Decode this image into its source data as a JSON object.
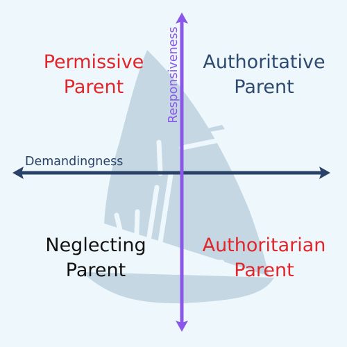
{
  "colors": {
    "background": "#eef8fc",
    "watermark": "#c4d7e2",
    "horizontal_axis": "#2b4268",
    "vertical_axis": "#8a57e8",
    "red_label": "#e0262b",
    "blue_label": "#2e4a6e",
    "black_label": "#111111"
  },
  "watermark": {
    "icon": "sailboat-icon"
  },
  "axes": {
    "horizontal": {
      "label": "Demandingness"
    },
    "vertical": {
      "label": "Responsiveness"
    }
  },
  "quadrants": {
    "top_left": {
      "line1": "Permissive",
      "line2": "Parent",
      "color": "#e0262b"
    },
    "top_right": {
      "line1": "Authoritative",
      "line2": "Parent",
      "color": "#2e4a6e"
    },
    "bottom_left": {
      "line1": "Neglecting",
      "line2": "Parent",
      "color": "#111111"
    },
    "bottom_right": {
      "line1": "Authoritarian",
      "line2": "Parent",
      "color": "#e0262b"
    }
  }
}
